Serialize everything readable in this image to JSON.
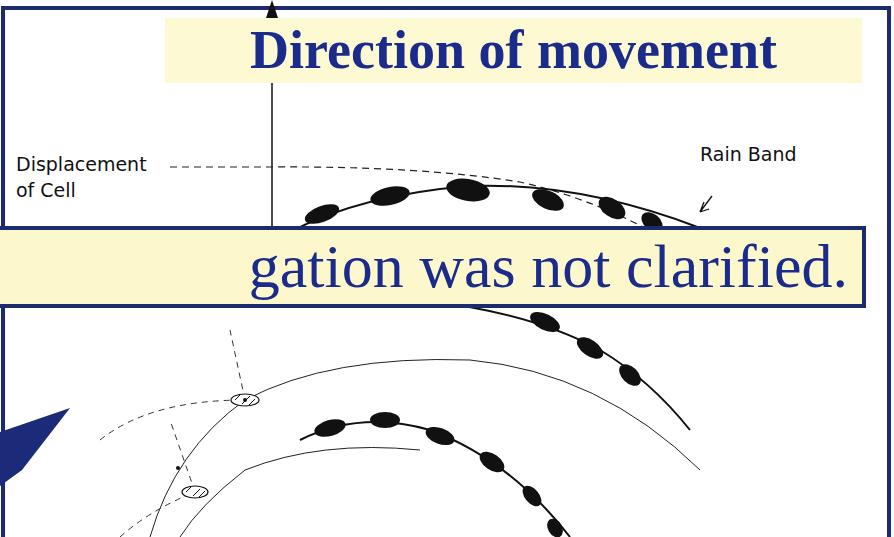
{
  "diagram": {
    "nodes": [
      {
        "text": [
          "Direction of movement"
        ]
      },
      {
        "text": [
          "gation was not clarified."
        ]
      }
    ],
    "labels": [
      "Displacement of Cell",
      "Rain Band"
    ]
  }
}
